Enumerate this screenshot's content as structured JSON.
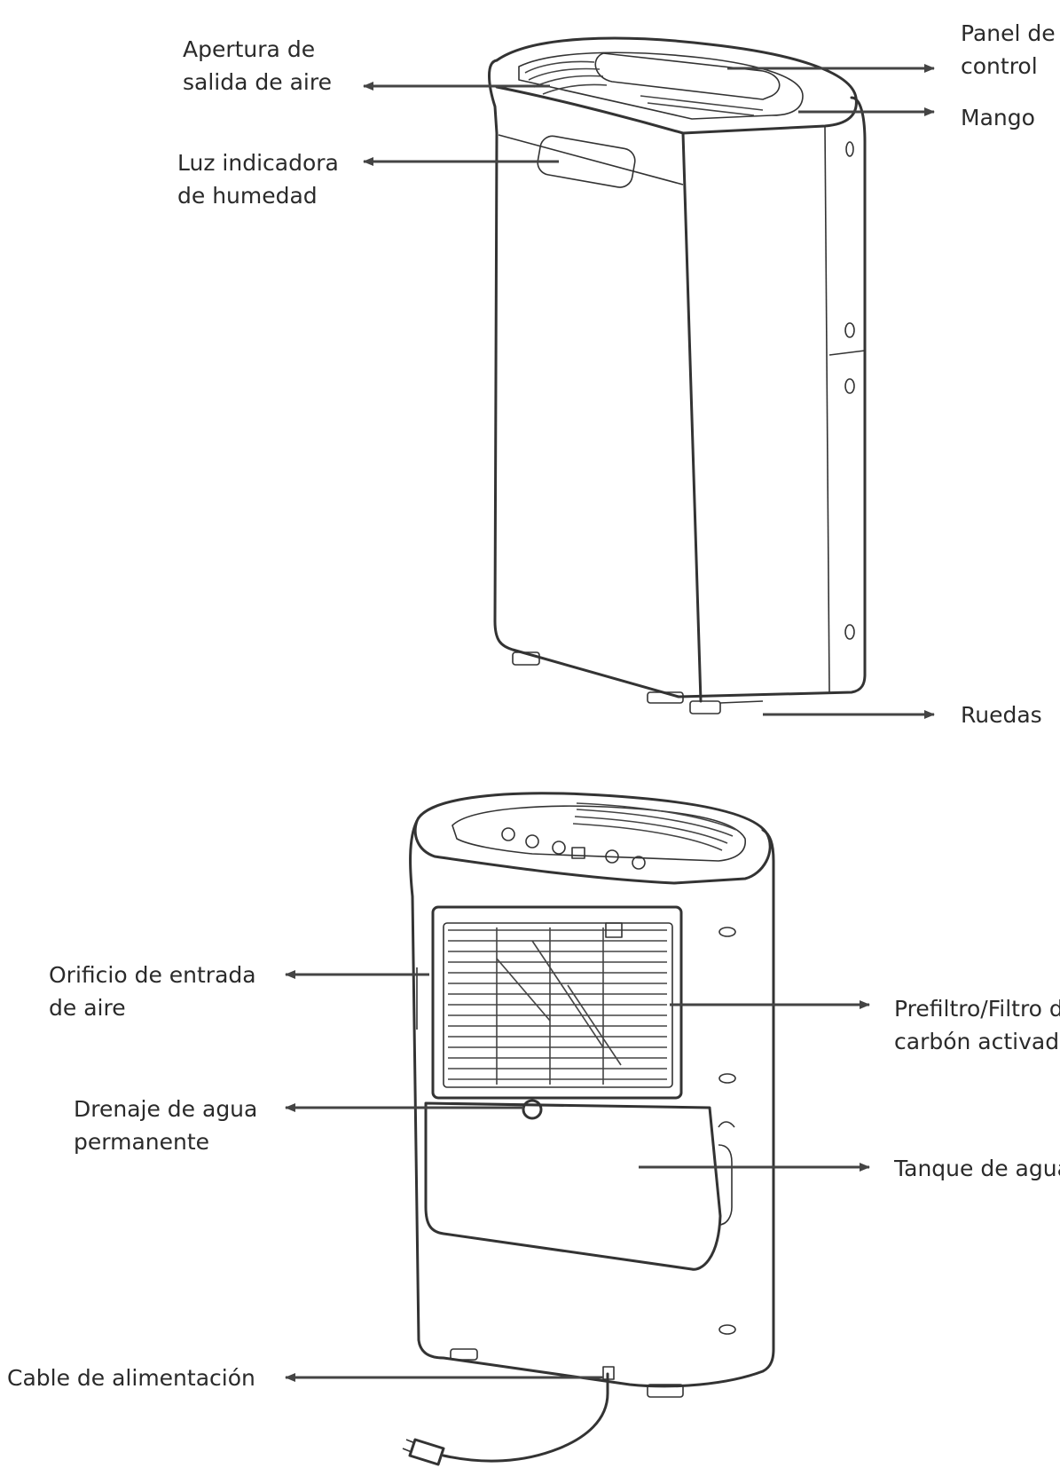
{
  "labels": {
    "air_outlet": [
      "Apertura de",
      "salida de aire"
    ],
    "humidity_light": [
      "Luz indicadora",
      "de humedad"
    ],
    "control_panel": [
      "Panel de",
      "control"
    ],
    "handle": [
      "Mango"
    ],
    "wheels": [
      "Ruedas"
    ],
    "air_inlet": [
      "Orificio de entrada",
      "de aire"
    ],
    "permanent_drain": [
      "Drenaje de agua",
      "permanente"
    ],
    "power_cable": [
      "Cable de alimentación"
    ],
    "prefilter": [
      "Prefiltro/Filtro de",
      "carbón activado"
    ],
    "water_tank": [
      "Tanque de agua"
    ]
  }
}
